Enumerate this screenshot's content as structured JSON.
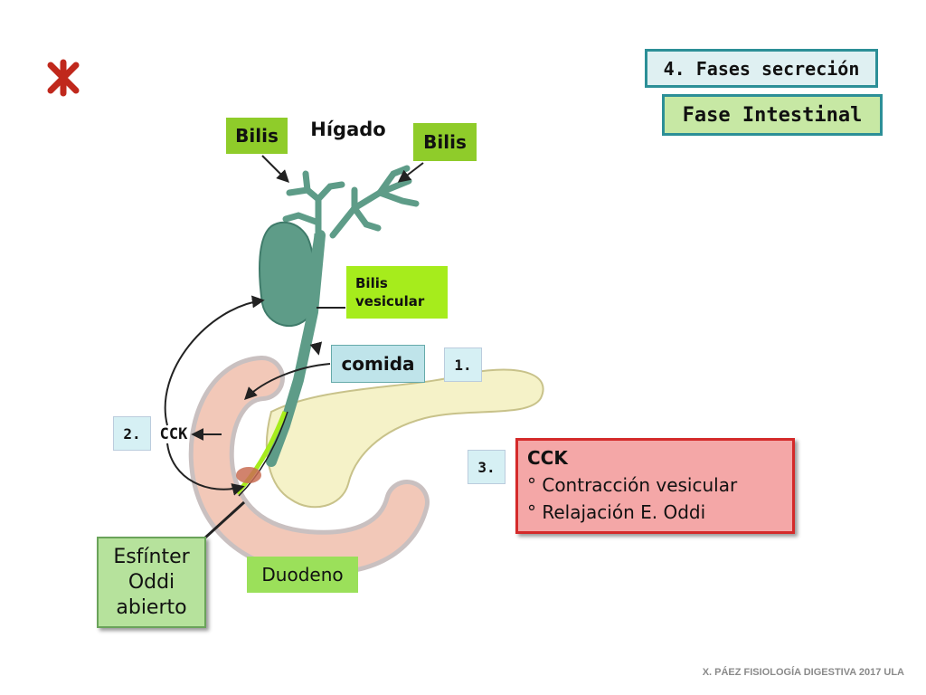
{
  "diagram": {
    "phase_title": "4. Fases secreción",
    "phase_subtitle": "Fase Intestinal",
    "liver_label": "Hígado",
    "bile_left": "Bilis",
    "bile_right": "Bilis",
    "gallbladder_bile_line1": "Bilis",
    "gallbladder_bile_line2": "vesicular",
    "food_label": "comida",
    "step1": "1.",
    "step2": "2.",
    "step3": "3.",
    "cck_small": "CCK",
    "cck_box": {
      "title": "CCK",
      "line1": "° Contracción vesicular",
      "line2": "° Relajación  E. Oddi"
    },
    "sphincter": {
      "line1": "Esfínter",
      "line2": "Oddi",
      "line3": "abierto"
    },
    "duodenum_label": "Duodeno"
  },
  "footer": "X. PÁEZ   FISIOLOGÍA DIGESTIVA 2017 ULA",
  "colors": {
    "asterisk": "#c0281c",
    "duct": "#5e9c88",
    "pancreas": "#f5f2c8",
    "duodenum": "#f2c8b8",
    "label_green": "#8fcc2a",
    "cck_box_border": "#d42a2a"
  },
  "icons": {
    "asterisk": "asterisk-icon"
  }
}
